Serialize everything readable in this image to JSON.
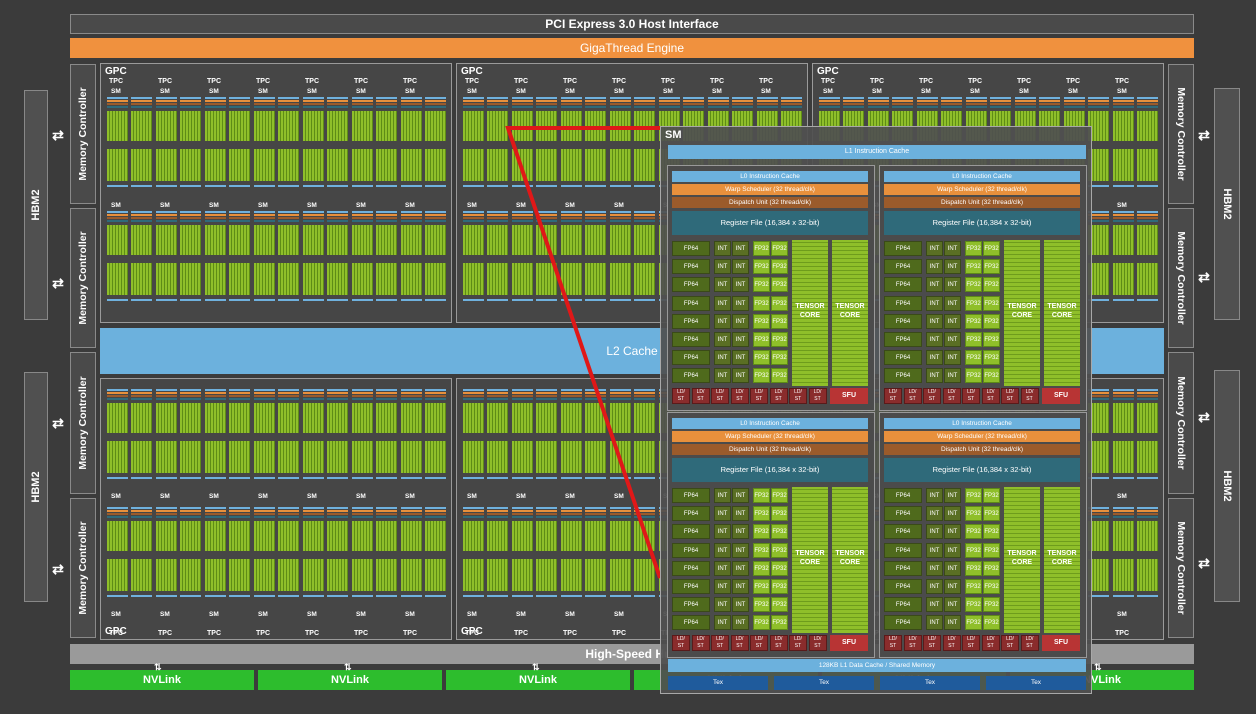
{
  "header": {
    "pci_label": "PCI Express 3.0 Host Interface",
    "gigathread_label": "GigaThread Engine"
  },
  "hbm": {
    "label": "HBM2"
  },
  "memory_controller": {
    "label": "Memory Controller"
  },
  "gpc": {
    "label": "GPC",
    "tpc_label": "TPC",
    "sm_label": "SM"
  },
  "l2": {
    "label": "L2 Cache"
  },
  "bottom": {
    "high_speed_label": "High-Speed Hub",
    "nvlink_label": "NVLink"
  },
  "sm_detail": {
    "title": "SM",
    "l1_instruction_cache": "L1 Instruction Cache",
    "l0_instruction_cache": "L0 Instruction Cache",
    "warp_scheduler": "Warp Scheduler (32 thread/clk)",
    "dispatch_unit": "Dispatch Unit (32 thread/clk)",
    "register_file": "Register File (16,384 x 32-bit)",
    "fp64": "FP64",
    "int": "INT",
    "fp32": "FP32",
    "tensor_line1": "TENSOR",
    "tensor_line2": "CORE",
    "ldst_line1": "LD/",
    "ldst_line2": "ST",
    "sfu": "SFU",
    "l1_data_cache": "128KB L1 Data Cache / Shared Memory",
    "tex": "Tex"
  },
  "colors": {
    "background": "#3b3b3b",
    "gigathread": "#f0913e",
    "l2_cache": "#6cb1dd",
    "nvlink": "#2dbd2d",
    "core_green": "#8fbf2a",
    "highlight_line": "#e01818",
    "tex": "#1f5b9c"
  }
}
